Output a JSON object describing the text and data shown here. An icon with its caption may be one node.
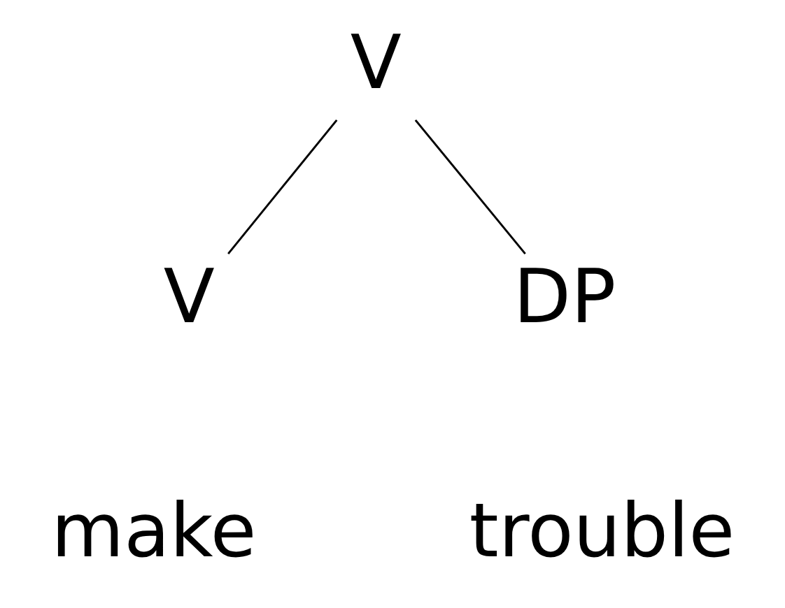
{
  "diagram": {
    "nodes": [
      {
        "text": [
          "V"
        ]
      },
      {
        "text": [
          "V"
        ],
        "beside": [
          "make"
        ]
      },
      {
        "text": [
          "DP"
        ],
        "beside": [
          "trouble"
        ]
      }
    ],
    "edges": [
      {
        "from": 0,
        "to": 1,
        "arrow": "none"
      },
      {
        "from": 0,
        "to": 2,
        "arrow": "none"
      }
    ]
  }
}
